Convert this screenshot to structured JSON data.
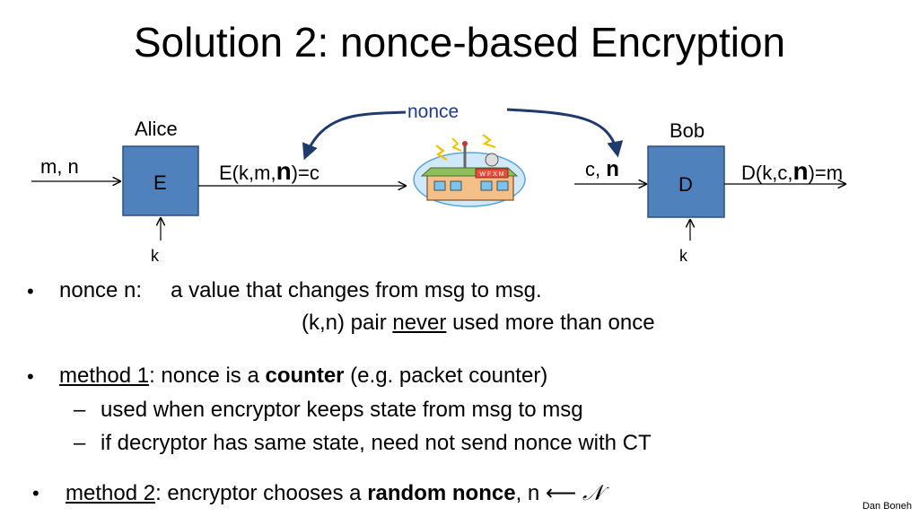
{
  "title": "Solution 2:  nonce-based Encryption",
  "diagram": {
    "alice": "Alice",
    "bob": "Bob",
    "nonce": "nonce",
    "enc_box": "E",
    "dec_box": "D",
    "enc_in": "m, n",
    "enc_out_pre": "E(k,m,",
    "enc_out_n": "n",
    "enc_out_post": ")=c",
    "dec_in_pre": "c, ",
    "dec_in_n": "n",
    "dec_out_pre": "D(k,c,",
    "dec_out_n": "n",
    "dec_out_post": ")=m",
    "key_left": "k",
    "key_right": "k",
    "station_sign": "W F X M"
  },
  "bullets": {
    "b1_label": "nonce  n:",
    "b1_text": "a value that changes from msg to msg.",
    "b1_line2_pre": "(k,n)  pair ",
    "b1_line2_u": "never",
    "b1_line2_post": " used more than once",
    "b2_label": "method 1",
    "b2_pre": ":   nonce is a ",
    "b2_bold": "counter",
    "b2_post": "   (e.g. packet counter)",
    "b2_sub1": "used when encryptor keeps state from msg to msg",
    "b2_sub2": "if decryptor has same state, need not send nonce with CT",
    "b3_label": "method 2",
    "b3_pre": ":   encryptor chooses a ",
    "b3_bold": "random nonce",
    "b3_post": ",   n ",
    "b3_arrow": "⟵",
    "b3_set": "𝒩",
    "bullet_glyph": "•",
    "dash_glyph": "–"
  },
  "footer": "Dan Boneh",
  "colors": {
    "box_fill": "#4f81bd",
    "box_stroke": "#2f4f7f",
    "nonce_arrow": "#1f3a6e"
  }
}
